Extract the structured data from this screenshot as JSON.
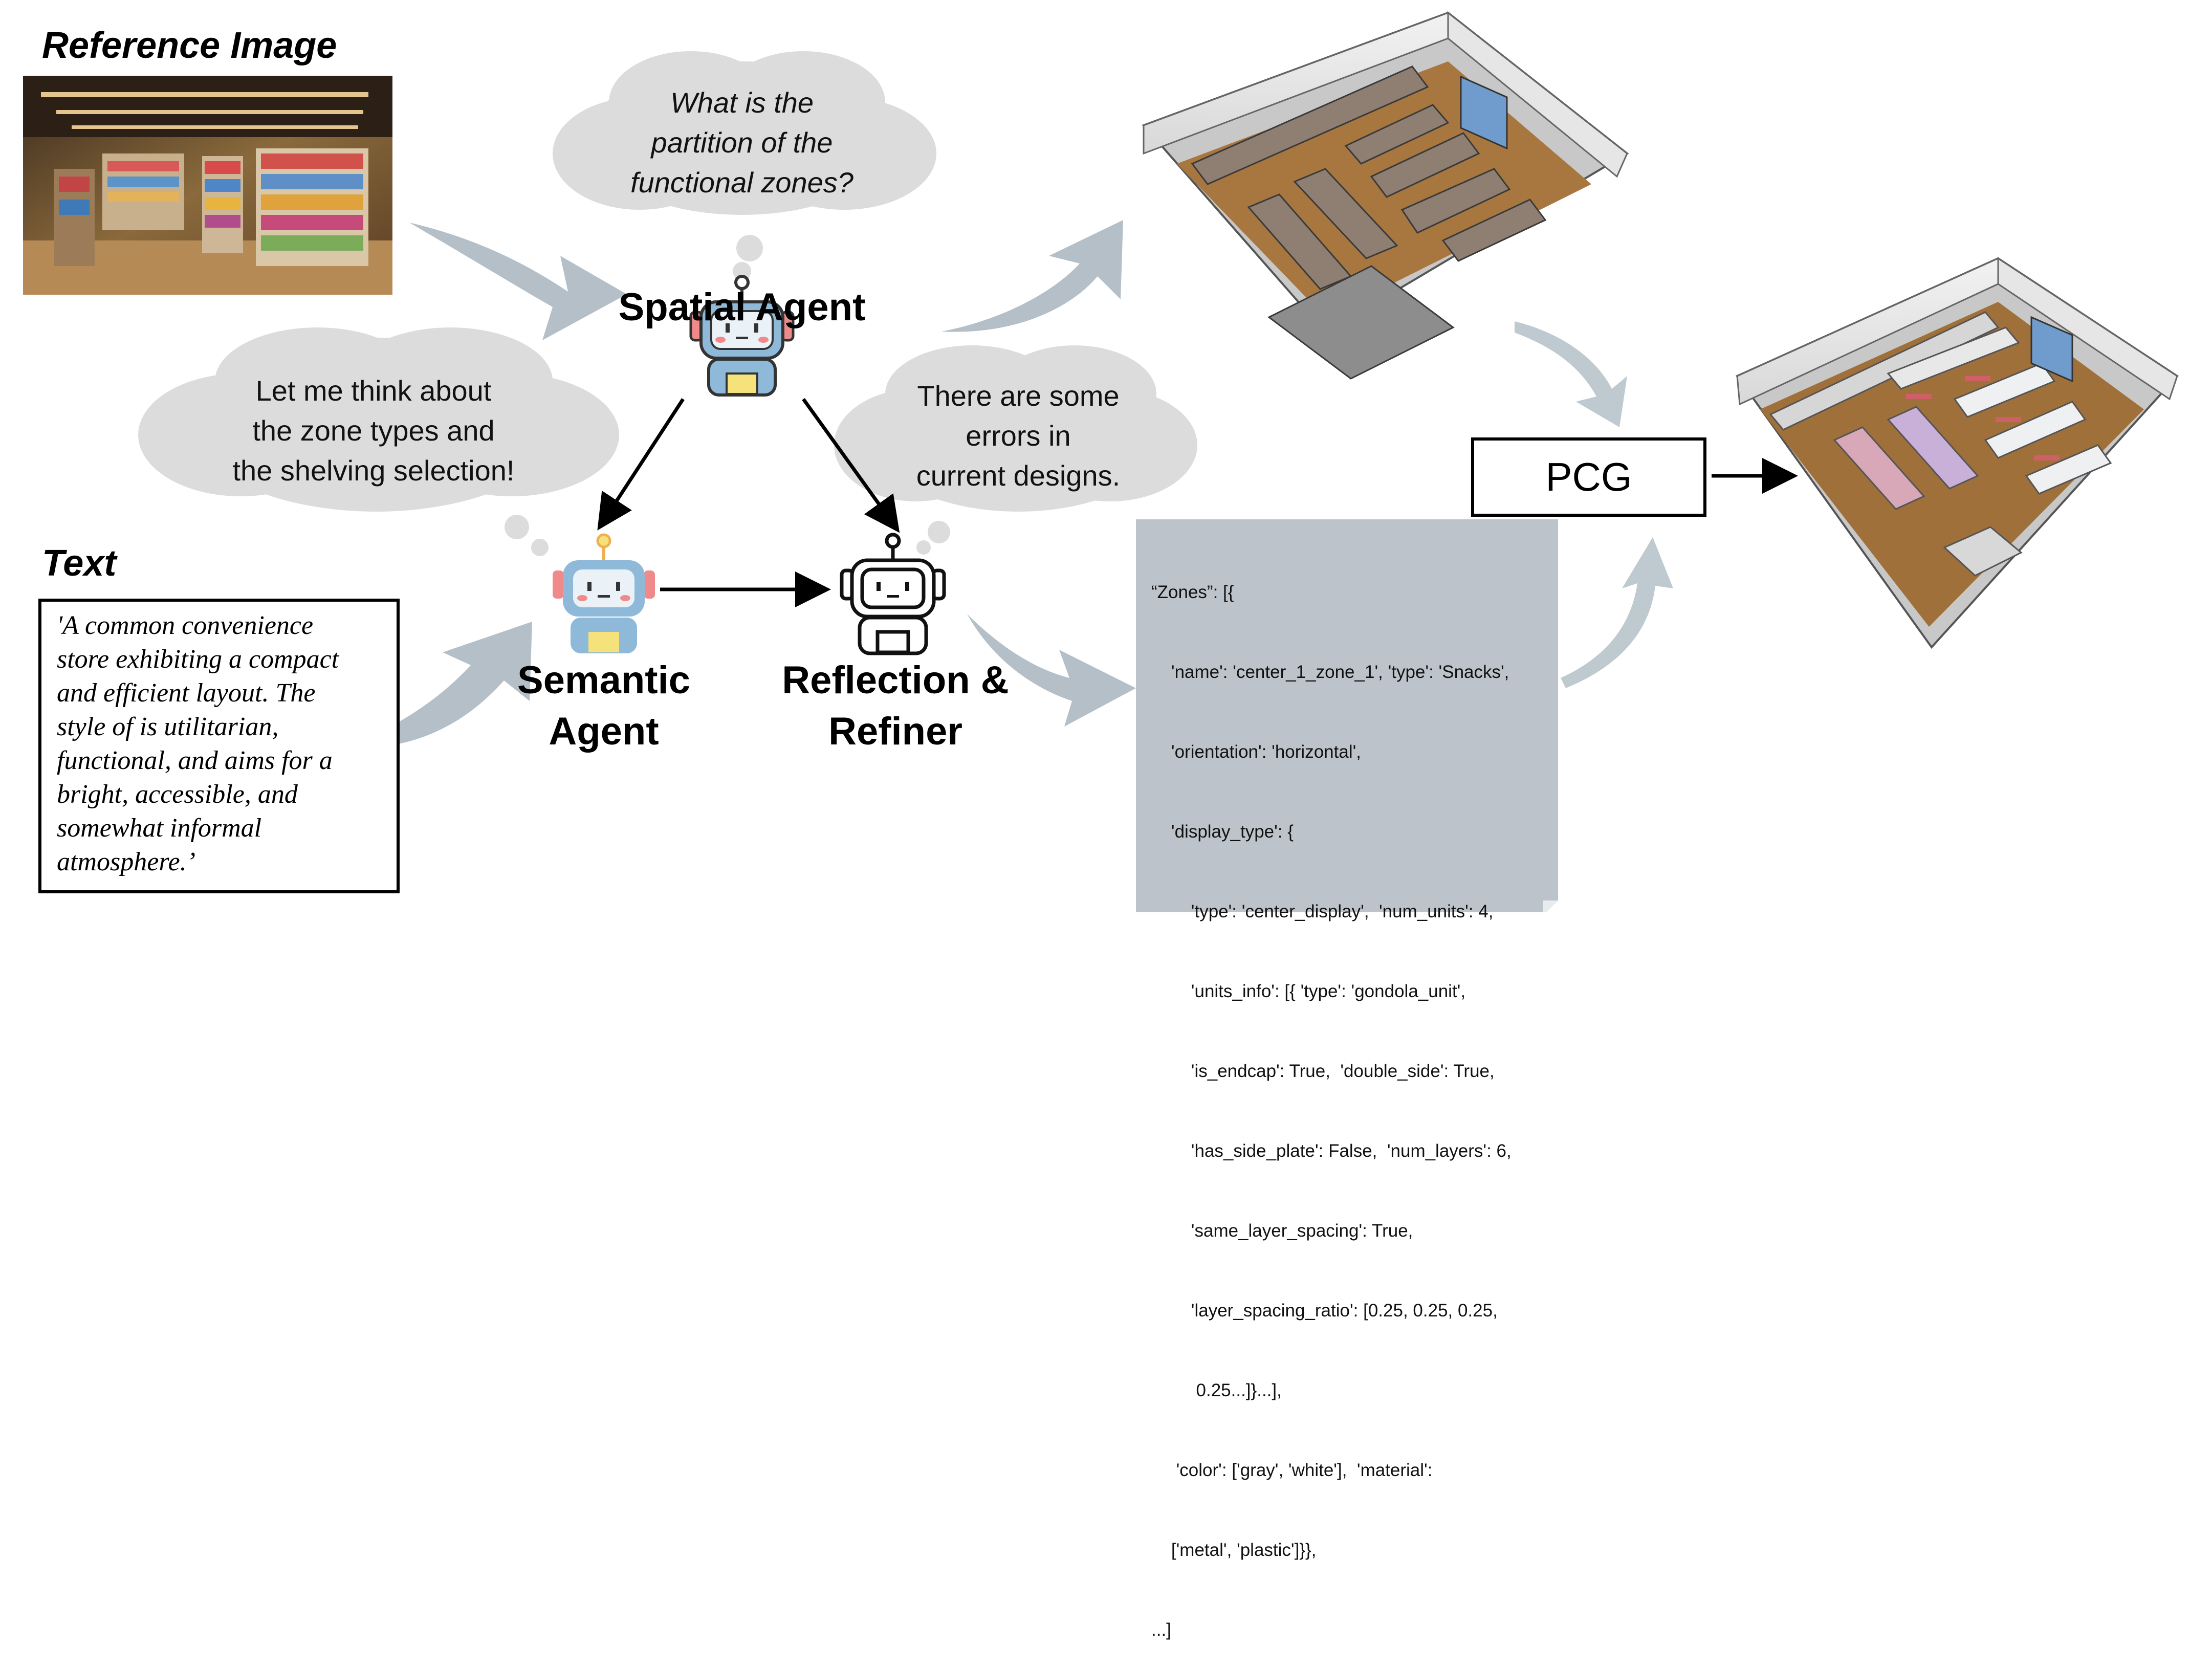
{
  "headings": {
    "reference_image": "Reference Image",
    "text": "Text"
  },
  "reference_text": [
    "'A common convenience",
    "store exhibiting a compact",
    "and efficient layout. The",
    "style of is utilitarian,",
    "functional, and aims for a",
    "bright, accessible, and",
    "somewhat informal",
    "atmosphere.’"
  ],
  "agents": {
    "spatial": "Spatial Agent",
    "semantic": [
      "Semantic",
      "Agent"
    ],
    "reflection": [
      "Reflection &",
      "Refiner"
    ]
  },
  "thoughts": {
    "spatial": [
      "What is the",
      "partition of the",
      "functional zones?"
    ],
    "semantic": [
      "Let me think about",
      "the zone types and",
      "the shelving selection!"
    ],
    "reflection": [
      "There are some",
      "errors in",
      "current designs."
    ]
  },
  "pcg_label": "PCG",
  "code_lines": [
    "“Zones”: [{",
    "    'name': 'center_1_zone_1', 'type': 'Snacks',",
    "    'orientation': 'horizontal',",
    "    'display_type': {",
    "        'type': 'center_display',  'num_units': 4,",
    "        'units_info': [{ 'type': 'gondola_unit',",
    "        'is_endcap': True,  'double_side': True,",
    "        'has_side_plate': False,  'num_layers': 6,",
    "        'same_layer_spacing': True,",
    "        'layer_spacing_ratio': [0.25, 0.25, 0.25,",
    "         0.25...]}...],",
    "     'color': ['gray', 'white'],  'material':",
    "    ['metal', 'plastic']}},",
    "...]"
  ],
  "colors": {
    "cloud": "#dcdcdc",
    "big_arrow": "#b4bfc8",
    "code_bg": "#bcc3ca",
    "robot_blue": "#8fb9d9",
    "robot_cheek": "#f08a8a",
    "robot_yellow": "#f5e27a"
  },
  "icons": [
    "robot-icon",
    "robot-outline-icon"
  ]
}
